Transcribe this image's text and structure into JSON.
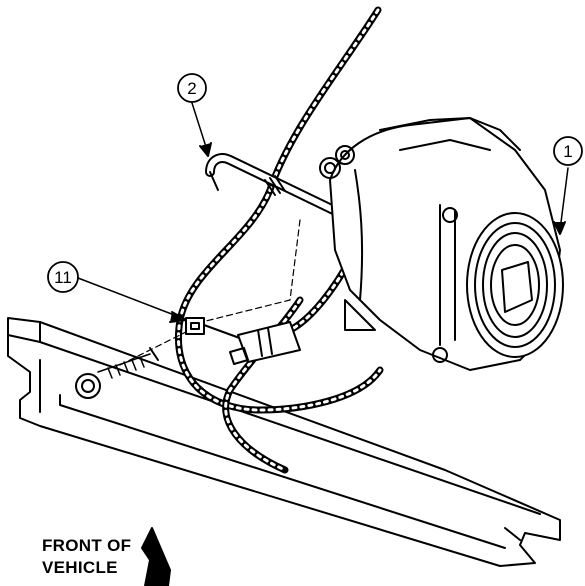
{
  "callouts": [
    {
      "id": "compressor",
      "label": "1"
    },
    {
      "id": "hose",
      "label": "2"
    },
    {
      "id": "connector",
      "label": "11"
    }
  ],
  "orientation": {
    "line1": "FRONT OF",
    "line2": "VEHICLE"
  },
  "colors": {
    "ink": "#000000",
    "paper": "#ffffff"
  }
}
